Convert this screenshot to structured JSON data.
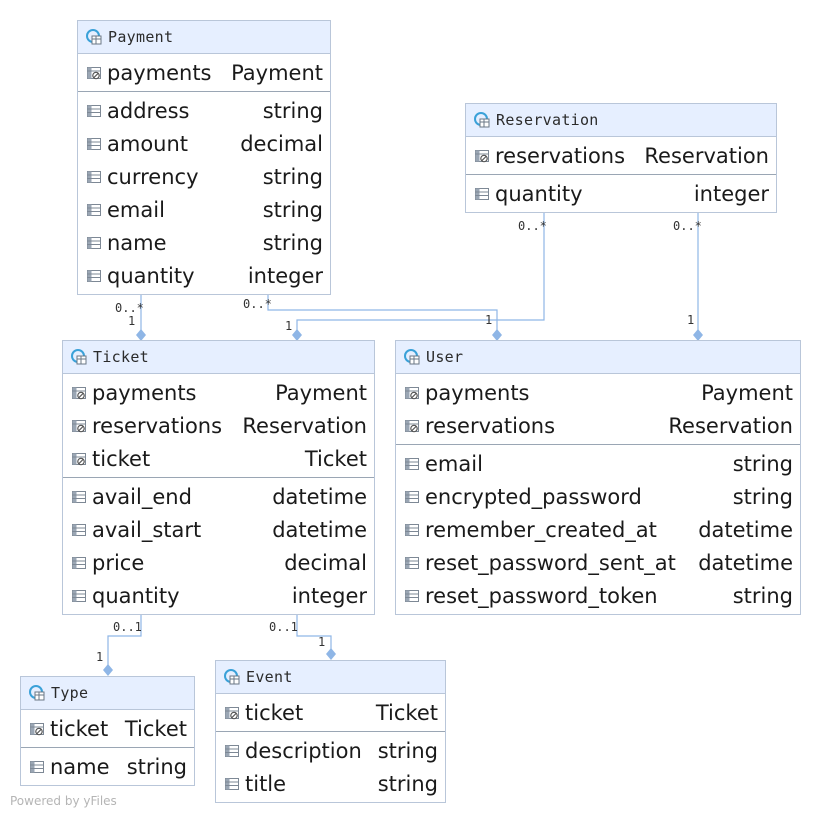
{
  "colors": {
    "header_bg": "#e6efff",
    "border": "#b9c6d9",
    "edge": "#8fb6e6",
    "icon_accent": "#3aa1d8"
  },
  "entities": {
    "payment": {
      "title": "Payment",
      "relations": [
        {
          "name": "payments",
          "type": "Payment"
        }
      ],
      "fields": [
        {
          "name": "address",
          "type": "string"
        },
        {
          "name": "amount",
          "type": "decimal"
        },
        {
          "name": "currency",
          "type": "string"
        },
        {
          "name": "email",
          "type": "string"
        },
        {
          "name": "name",
          "type": "string"
        },
        {
          "name": "quantity",
          "type": "integer"
        }
      ]
    },
    "reservation": {
      "title": "Reservation",
      "relations": [
        {
          "name": "reservations",
          "type": "Reservation"
        }
      ],
      "fields": [
        {
          "name": "quantity",
          "type": "integer"
        }
      ]
    },
    "ticket": {
      "title": "Ticket",
      "relations": [
        {
          "name": "payments",
          "type": "Payment"
        },
        {
          "name": "reservations",
          "type": "Reservation"
        },
        {
          "name": "ticket",
          "type": "Ticket"
        }
      ],
      "fields": [
        {
          "name": "avail_end",
          "type": "datetime"
        },
        {
          "name": "avail_start",
          "type": "datetime"
        },
        {
          "name": "price",
          "type": "decimal"
        },
        {
          "name": "quantity",
          "type": "integer"
        }
      ]
    },
    "user": {
      "title": "User",
      "relations": [
        {
          "name": "payments",
          "type": "Payment"
        },
        {
          "name": "reservations",
          "type": "Reservation"
        }
      ],
      "fields": [
        {
          "name": "email",
          "type": "string"
        },
        {
          "name": "encrypted_password",
          "type": "string"
        },
        {
          "name": "remember_created_at",
          "type": "datetime"
        },
        {
          "name": "reset_password_sent_at",
          "type": "datetime"
        },
        {
          "name": "reset_password_token",
          "type": "string"
        }
      ]
    },
    "type": {
      "title": "Type",
      "relations": [
        {
          "name": "ticket",
          "type": "Ticket"
        }
      ],
      "fields": [
        {
          "name": "name",
          "type": "string"
        }
      ]
    },
    "event": {
      "title": "Event",
      "relations": [
        {
          "name": "ticket",
          "type": "Ticket"
        }
      ],
      "fields": [
        {
          "name": "description",
          "type": "string"
        },
        {
          "name": "title",
          "type": "string"
        }
      ]
    }
  },
  "edges": [
    {
      "from": "payment",
      "to": "ticket",
      "from_mult": "0..*",
      "to_mult": "1"
    },
    {
      "from": "payment",
      "to": "user",
      "from_mult": "0..*",
      "to_mult": "1"
    },
    {
      "from": "reservation",
      "to": "ticket",
      "from_mult": "0..*",
      "to_mult": "1"
    },
    {
      "from": "reservation",
      "to": "user",
      "from_mult": "0..*",
      "to_mult": "1"
    },
    {
      "from": "ticket",
      "to": "type",
      "from_mult": "0..1",
      "to_mult": "1"
    },
    {
      "from": "ticket",
      "to": "event",
      "from_mult": "0..1",
      "to_mult": "1"
    }
  ],
  "watermark": "Powered by yFiles"
}
